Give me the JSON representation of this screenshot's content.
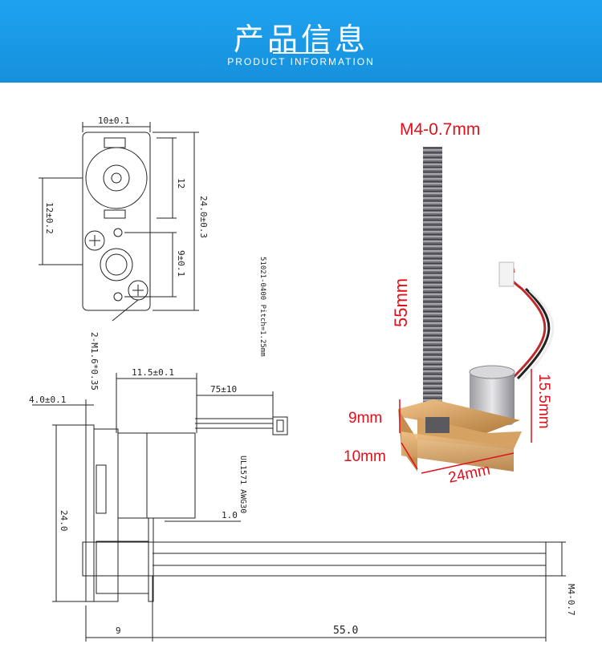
{
  "header": {
    "title": "产品信息",
    "subtitle": "PRODUCT INFORMATION"
  },
  "drawing": {
    "dim_width_top": "10±0.1",
    "dim_12": "12",
    "dim_24_03": "24.0±0.3",
    "dim_12_02": "12±0.2",
    "dim_9_01": "9±0.1",
    "screw_note": "2-M1.6*0.35",
    "connector_note": "51021-0400 Pitch=1.25mm",
    "dim_11_5": "11.5±0.1",
    "dim_75": "75±10",
    "dim_4_0": "4.0±0.1",
    "cable_note": "UL1571 AWG30",
    "dim_1_0": "1.0",
    "dim_24_0": "24.0",
    "dim_9": "9",
    "dim_55_0": "55.0",
    "dim_m4": "M4-0.7"
  },
  "photo_labels": {
    "thread": "M4-0.7mm",
    "length": "55mm",
    "height_9": "9mm",
    "depth_10": "10mm",
    "width_24": "24mm",
    "height_15_5": "15.5mm"
  },
  "colors": {
    "banner": "#1a98e6",
    "annotation": "#e0101a"
  }
}
